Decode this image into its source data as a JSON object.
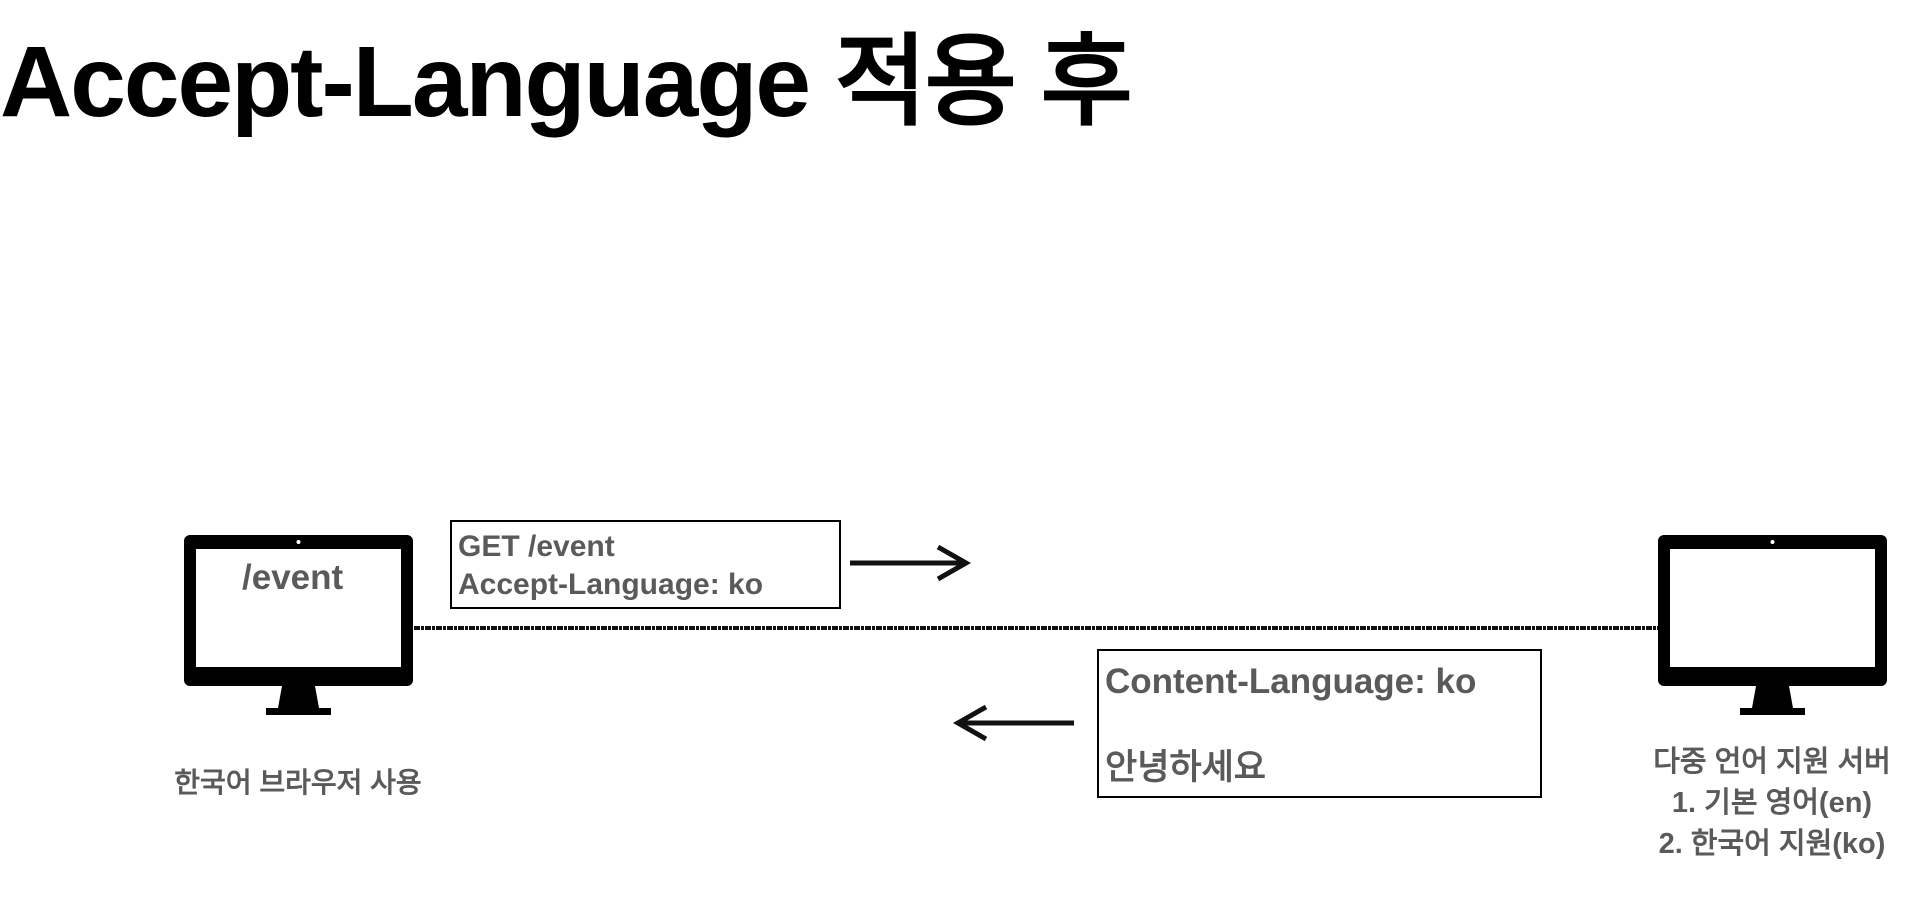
{
  "title": "Accept-Language 적용 후",
  "client": {
    "screen_text": "/event",
    "caption": "한국어 브라우저 사용"
  },
  "request": {
    "line1": "GET /event",
    "line2": "Accept-Language: ko"
  },
  "response": {
    "header": "Content-Language: ko",
    "body": "안녕하세요"
  },
  "server": {
    "caption_lines": [
      "다중 언어 지원 서버",
      "1. 기본 영어(en)",
      "2. 한국어 지원(ko)"
    ]
  }
}
